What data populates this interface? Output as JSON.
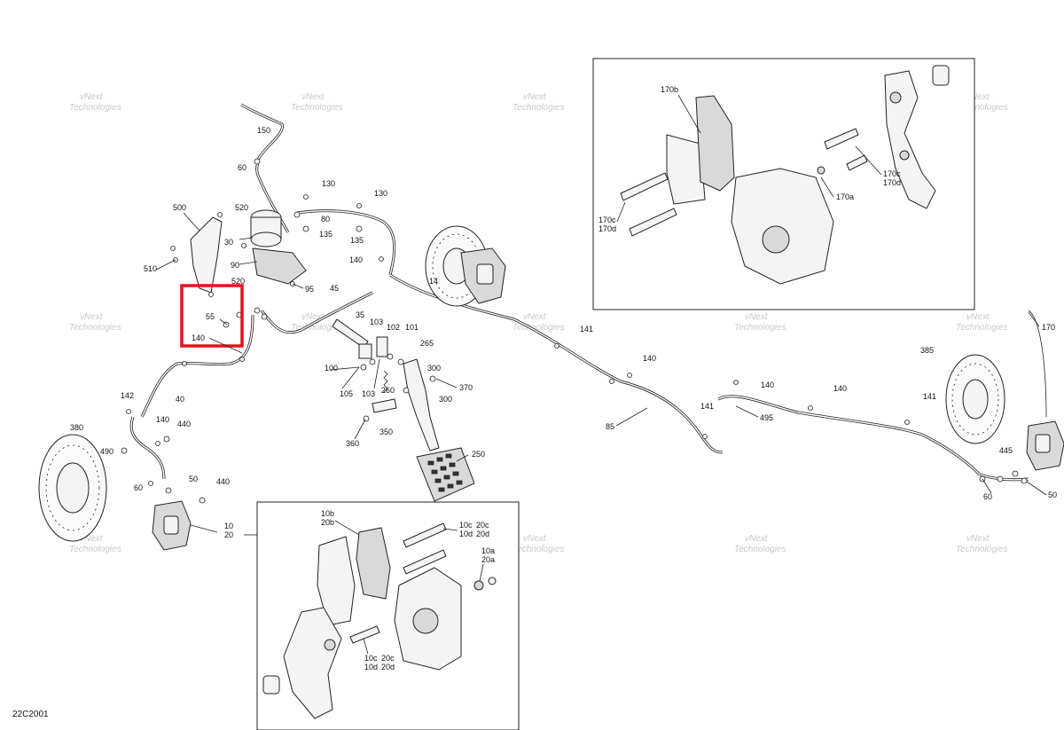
{
  "diagram": {
    "code": "22C2001",
    "watermark_line1": "vNext",
    "watermark_line2": "Technologies",
    "highlight_color": "#e0141e",
    "callouts": {
      "c150": "150",
      "c60a": "60",
      "c130a": "130",
      "c130b": "130",
      "c80": "80",
      "c135a": "135",
      "c135b": "135",
      "c500": "500",
      "c520a": "520",
      "c510": "510",
      "c30": "30",
      "c90": "90",
      "c95": "95",
      "c520b": "520",
      "c55": "55",
      "c140a": "140",
      "c140b": "140",
      "c45": "45",
      "c35": "35",
      "c103a": "103",
      "c102": "102",
      "c101": "101",
      "c265": "265",
      "c100": "100",
      "c105": "105",
      "c103b": "103",
      "c260": "260",
      "c300a": "300",
      "c370": "370",
      "c300b": "300",
      "c141a": "141",
      "c140c": "140",
      "c142": "142",
      "c40": "40",
      "c140d": "140",
      "c440a": "440",
      "c490": "490",
      "c380": "380",
      "c50a": "50",
      "c60b": "60",
      "c440b": "440",
      "c360": "360",
      "c350": "350",
      "c250": "250",
      "c10": "10",
      "c20": "20",
      "c85": "85",
      "c140e": "140",
      "c495": "495",
      "c141b": "141",
      "c140f": "140",
      "c141c": "141",
      "c385": "385",
      "c170": "170",
      "c445": "445",
      "c50b": "50",
      "c60c": "60",
      "c170b": "170b",
      "c170c_top": "170c",
      "c170d_top": "170d",
      "c170a": "170a",
      "c170c_left": "170c",
      "c170d_left": "170d",
      "c10b": "10b",
      "c20b": "20b",
      "c10c_top": "10c",
      "c20c_top": "20c",
      "c10d_top": "10d",
      "c20d_top": "20d",
      "c10a": "10a",
      "c20a": "20a",
      "c10c_bot": "10c",
      "c10d_bot": "10d",
      "c20c_bot": "20c",
      "c20d_bot": "20d",
      "c14": "14"
    }
  }
}
